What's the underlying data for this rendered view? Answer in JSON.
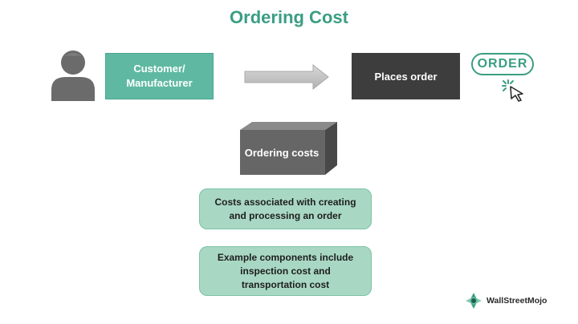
{
  "title": "Ordering Cost",
  "customer_box": {
    "line1": "Customer/",
    "line2": "Manufacturer"
  },
  "places_order_label": "Places order",
  "order_badge": "ORDER",
  "cube_label": "Ordering costs",
  "info_boxes": [
    {
      "line1": "Costs associated with creating",
      "line2": "and processing an order"
    },
    {
      "line1": "Example components include",
      "line2": "inspection cost and",
      "line3": "transportation cost"
    }
  ],
  "brand": "WallStreetMojo",
  "colors": {
    "accent_teal": "#3a9e82",
    "customer_box": "#5fb9a2",
    "dark_box": "#3d3d3d",
    "info_box": "#a8d8c3",
    "arrow": "#c4c4c4",
    "person": "#6b6b6b"
  },
  "icons": [
    "person-icon",
    "arrow-right-icon",
    "cursor-click-icon",
    "wallstreetmojo-logo-icon"
  ]
}
